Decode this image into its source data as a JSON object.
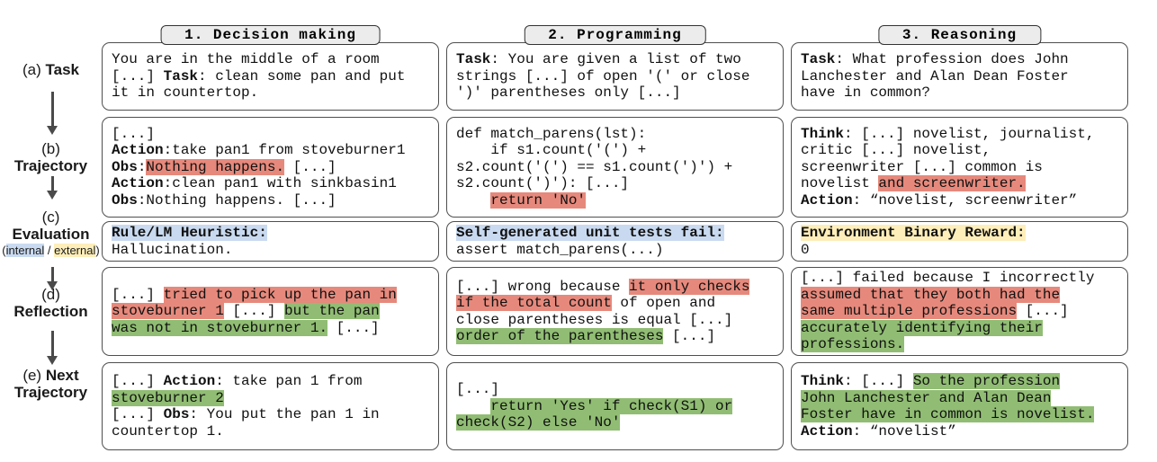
{
  "highlight_colors": {
    "red": "#e6897c",
    "green": "#90bd73",
    "blue": "#c9daf0",
    "yellow": "#fdeeba"
  },
  "sidebar": {
    "step_a": {
      "line": [
        {
          "text": "(a) "
        },
        {
          "text": "Task",
          "style": "bold"
        }
      ]
    },
    "step_b": {
      "prefix": "(b)",
      "label": "Trajectory"
    },
    "step_c": {
      "prefix": "(c)",
      "label": "Evaluation",
      "note": [
        {
          "text": "("
        },
        {
          "text": "internal",
          "style": "blue"
        },
        {
          "text": " / "
        },
        {
          "text": "external",
          "style": "yellow"
        },
        {
          "text": ")"
        }
      ]
    },
    "step_d": {
      "prefix": "(d)",
      "label": "Reflection"
    },
    "step_e": {
      "line1": [
        {
          "text": "(e) "
        },
        {
          "text": "Next",
          "style": "bold"
        }
      ],
      "line2": "Trajectory"
    }
  },
  "columns": [
    {
      "header": "1. Decision making",
      "task": [
        {
          "text": "You are in the middle of a room\n[...] "
        },
        {
          "text": "Task",
          "style": "bold"
        },
        {
          "text": ": clean some pan and put\nit in countertop."
        }
      ],
      "trajectory": [
        {
          "text": "[...]\n"
        },
        {
          "text": "Action",
          "style": "bold"
        },
        {
          "text": ":take pan1 from stoveburner1\n"
        },
        {
          "text": "Obs",
          "style": "bold"
        },
        {
          "text": ":"
        },
        {
          "text": "Nothing happens.",
          "style": "red"
        },
        {
          "text": " [...]\n"
        },
        {
          "text": "Action",
          "style": "bold"
        },
        {
          "text": ":clean pan1 with sinkbasin1\n"
        },
        {
          "text": "Obs",
          "style": "bold"
        },
        {
          "text": ":Nothing happens. [...]"
        }
      ],
      "evaluation": [
        {
          "text": "Rule/LM Heuristic:",
          "style": "blue-bold"
        },
        {
          "text": "\nHallucination."
        }
      ],
      "reflection": [
        {
          "text": "[...] "
        },
        {
          "text": "tried to pick up the pan in\nstoveburner 1",
          "style": "red"
        },
        {
          "text": " [...] "
        },
        {
          "text": "but the pan\nwas not in stoveburner 1.",
          "style": "green"
        },
        {
          "text": " [...]"
        }
      ],
      "next_trajectory": [
        {
          "text": "[...] "
        },
        {
          "text": "Action",
          "style": "bold"
        },
        {
          "text": ": take pan 1 from\n"
        },
        {
          "text": "stoveburner 2",
          "style": "green"
        },
        {
          "text": "\n[...] "
        },
        {
          "text": "Obs",
          "style": "bold"
        },
        {
          "text": ": You put the pan 1 in\ncountertop 1."
        }
      ]
    },
    {
      "header": "2. Programming",
      "task": [
        {
          "text": "Task",
          "style": "bold"
        },
        {
          "text": ": You are given a list of two\nstrings [...] of open '(' or close\n')' parentheses only [...]"
        }
      ],
      "trajectory": [
        {
          "text": "def match_parens(lst):\n    if s1.count('(') +\ns2.count('(') == s1.count(')') +\ns2.count(')'): [...]\n    "
        },
        {
          "text": "return 'No'",
          "style": "red"
        }
      ],
      "evaluation": [
        {
          "text": "Self-generated unit tests fail:",
          "style": "blue-bold"
        },
        {
          "text": "\nassert match_parens(...)"
        }
      ],
      "reflection": [
        {
          "text": "[...] wrong because "
        },
        {
          "text": "it only checks\nif the total count",
          "style": "red"
        },
        {
          "text": " of open and\nclose parentheses is equal [...]\n"
        },
        {
          "text": "order of the parentheses",
          "style": "green"
        },
        {
          "text": " [...]"
        }
      ],
      "next_trajectory": [
        {
          "text": "[...]\n    "
        },
        {
          "text": "return 'Yes' if check(S1) or\ncheck(S2) else 'No'",
          "style": "green"
        }
      ]
    },
    {
      "header": "3. Reasoning",
      "task": [
        {
          "text": "Task",
          "style": "bold"
        },
        {
          "text": ": What profession does John\nLanchester and Alan Dean Foster\nhave in common?"
        }
      ],
      "trajectory": [
        {
          "text": "Think",
          "style": "bold"
        },
        {
          "text": ": [...] novelist, journalist,\ncritic [...] novelist,\nscreenwriter [...] common is\nnovelist "
        },
        {
          "text": "and screenwriter.",
          "style": "red"
        },
        {
          "text": "\n"
        },
        {
          "text": "Action",
          "style": "bold"
        },
        {
          "text": ": “novelist, screenwriter”"
        }
      ],
      "evaluation": [
        {
          "text": "Environment Binary Reward:",
          "style": "yellow-bold"
        },
        {
          "text": "\n0"
        }
      ],
      "reflection": [
        {
          "text": "[...] failed because I incorrectly\n"
        },
        {
          "text": "assumed that they both had the\nsame multiple professions",
          "style": "red"
        },
        {
          "text": " [...]\n"
        },
        {
          "text": "accurately identifying their\nprofessions.",
          "style": "green"
        }
      ],
      "next_trajectory": [
        {
          "text": "Think",
          "style": "bold"
        },
        {
          "text": ": [...] "
        },
        {
          "text": "So the profession\nJohn Lanchester and Alan Dean\nFoster have in common is novelist.",
          "style": "green"
        },
        {
          "text": "\n"
        },
        {
          "text": "Action",
          "style": "bold"
        },
        {
          "text": ": “novelist”"
        }
      ]
    }
  ]
}
